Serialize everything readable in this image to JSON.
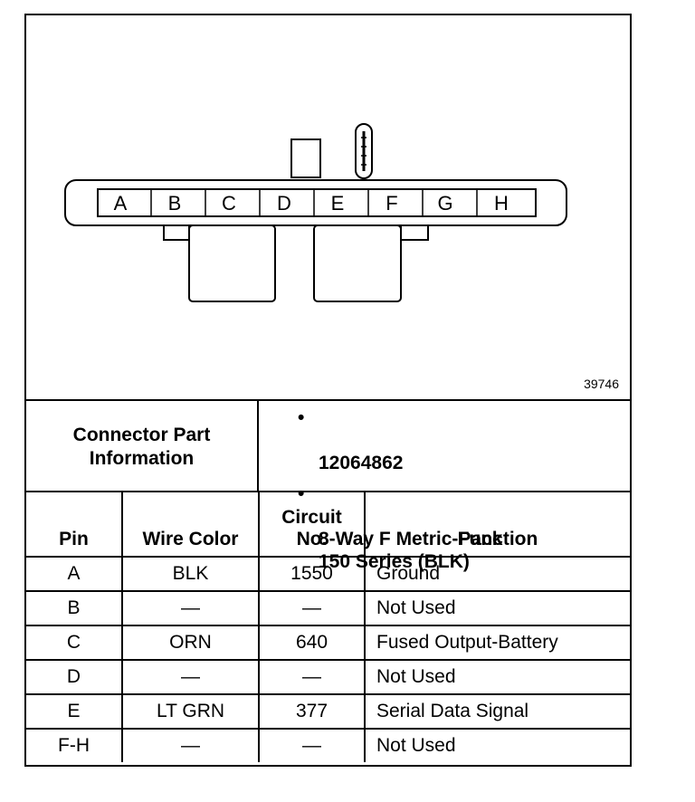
{
  "diagram": {
    "pins": [
      "A",
      "B",
      "C",
      "D",
      "E",
      "F",
      "G",
      "H"
    ],
    "figure_number": "39746"
  },
  "connector_info": {
    "label": "Connector Part\nInformation",
    "items": [
      "12064862",
      "8-Way F Metric-Pack\n150 Series (BLK)"
    ]
  },
  "table": {
    "headers": {
      "pin": "Pin",
      "wire_color": "Wire Color",
      "circuit": "Circuit\nNo.",
      "function": "Function"
    },
    "rows": [
      {
        "pin": "A",
        "wire_color": "BLK",
        "circuit": "1550",
        "function": "Ground"
      },
      {
        "pin": "B",
        "wire_color": "—",
        "circuit": "—",
        "function": "Not Used"
      },
      {
        "pin": "C",
        "wire_color": "ORN",
        "circuit": "640",
        "function": "Fused Output-Battery"
      },
      {
        "pin": "D",
        "wire_color": "—",
        "circuit": "—",
        "function": "Not Used"
      },
      {
        "pin": "E",
        "wire_color": "LT GRN",
        "circuit": "377",
        "function": "Serial Data Signal"
      },
      {
        "pin": "F-H",
        "wire_color": "—",
        "circuit": "—",
        "function": "Not Used"
      }
    ]
  }
}
